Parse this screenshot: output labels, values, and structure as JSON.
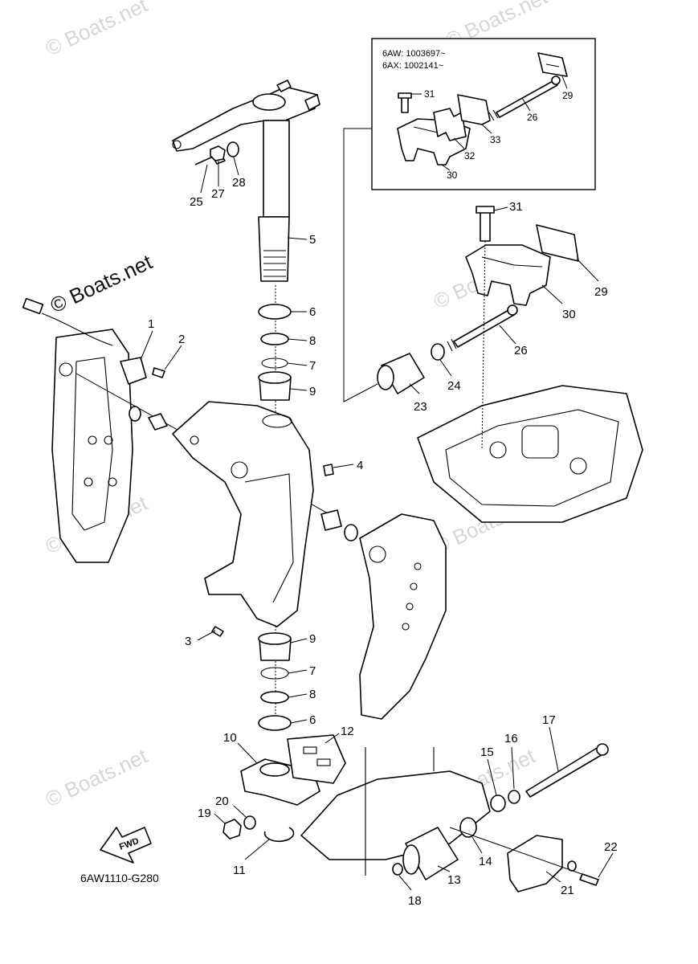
{
  "watermark": "© Boats.net",
  "inset": {
    "line1": "6AW: 1003697~",
    "line2": "6AX: 1002141~",
    "callouts": [
      "31",
      "29",
      "26",
      "32",
      "33",
      "30"
    ]
  },
  "drawing_code": "6AW1110-G280",
  "fwd_label": "FWD",
  "callouts": [
    "1",
    "2",
    "3",
    "4",
    "5",
    "6",
    "6",
    "7",
    "7",
    "8",
    "8",
    "9",
    "9",
    "10",
    "11",
    "12",
    "13",
    "14",
    "15",
    "16",
    "17",
    "18",
    "19",
    "20",
    "21",
    "22",
    "23",
    "24",
    "25",
    "26",
    "27",
    "28",
    "29",
    "30",
    "31"
  ]
}
